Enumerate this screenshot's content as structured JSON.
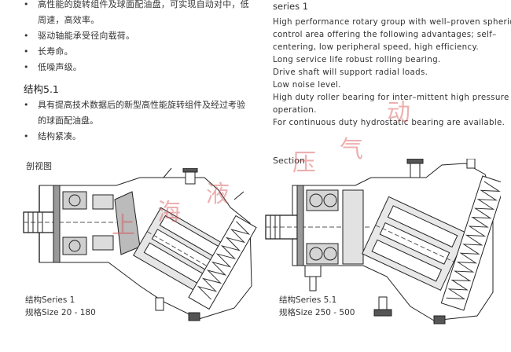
{
  "left": {
    "bullets1": [
      {
        "bullet": "•",
        "text": "高性能的旋转组件及球面配油盘，可实现自动对中，低"
      },
      {
        "bullet": "",
        "text": "周速，高效率。"
      },
      {
        "bullet": "•",
        "text": "驱动轴能承受径向载荷。"
      },
      {
        "bullet": "•",
        "text": "长寿命。"
      },
      {
        "bullet": "•",
        "text": "低噪声级。"
      }
    ],
    "heading": "结构5.1",
    "bullets2": [
      {
        "bullet": "•",
        "text": "具有提高技术数据后的新型高性能旋转组件及经过考验"
      },
      {
        "bullet": "",
        "text": "的球面配油盘。"
      },
      {
        "bullet": "•",
        "text": "结构紧凑。"
      }
    ],
    "section_label": "剖视图",
    "caption_line1": "结构Series 1",
    "caption_line2": "规格Size 20 - 180"
  },
  "right": {
    "series_title": "series 1",
    "lines": [
      "High performance rotary group with well–proven spherical",
      "control area offering the following advantages; self–",
      "centering, low peripheral speed, high efficiency.",
      "Long service life robust rolling bearing.",
      "Drive shaft will support radial loads.",
      "Low noise level.",
      "High duty roller bearing for inter–mittent high pressure",
      "operation.",
      "For continuous duty hydrostatic bearing are available."
    ],
    "section_label": "Section",
    "caption_line1": "结构Series 5.1",
    "caption_line2": "规格Size 250 - 500"
  },
  "watermark": {
    "chars_left": [
      "上",
      "海",
      "液"
    ],
    "chars_right": [
      "压",
      "气",
      "动"
    ],
    "color": "#d75050"
  }
}
